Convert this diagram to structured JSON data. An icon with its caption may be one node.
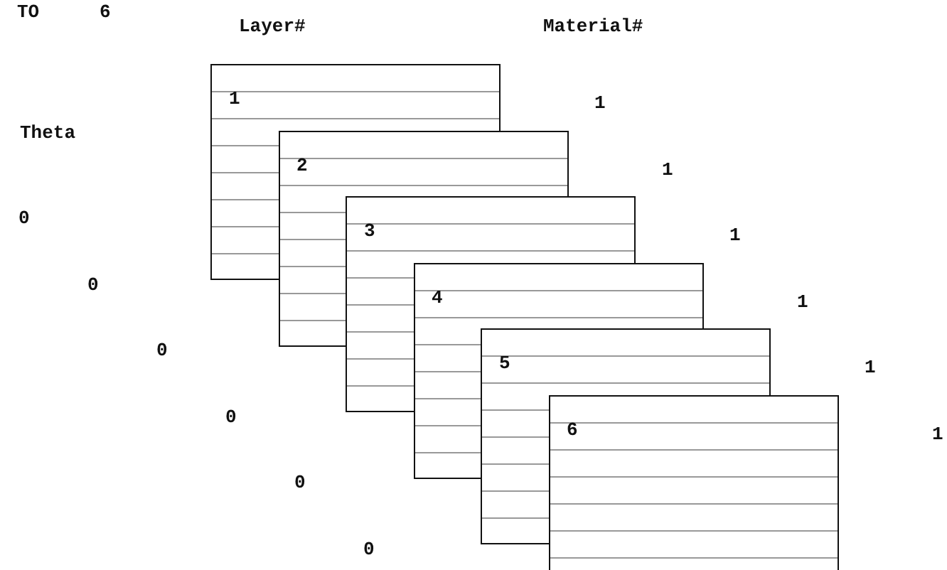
{
  "diagram": {
    "nodes": [
      {
        "text": [
          "1"
        ]
      },
      {
        "text": [
          "2"
        ]
      },
      {
        "text": [
          "3"
        ]
      },
      {
        "text": [
          "4"
        ]
      },
      {
        "text": [
          "5"
        ]
      },
      {
        "text": [
          "6"
        ]
      }
    ],
    "labels": [
      "TO",
      "6",
      "Layer#",
      "Material#",
      "Theta",
      "1",
      "0",
      "1",
      "0",
      "1",
      "0",
      "1",
      "0",
      "1",
      "0",
      "1",
      "0"
    ]
  }
}
